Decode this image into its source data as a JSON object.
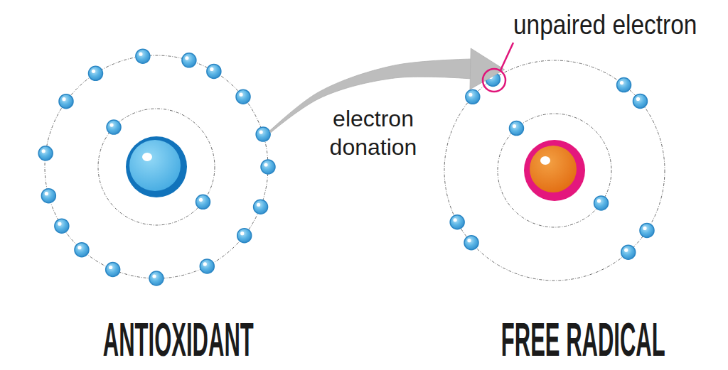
{
  "diagram": {
    "nodes": [
      {
        "text": [
          "ANTIOXIDANT"
        ]
      },
      {
        "text": [
          "FREE RADICAL"
        ]
      }
    ],
    "edges": [
      {
        "from": 0,
        "to": 1,
        "label": "electron donation",
        "arrow": "to"
      }
    ],
    "labels": [
      "unpaired electron"
    ]
  }
}
